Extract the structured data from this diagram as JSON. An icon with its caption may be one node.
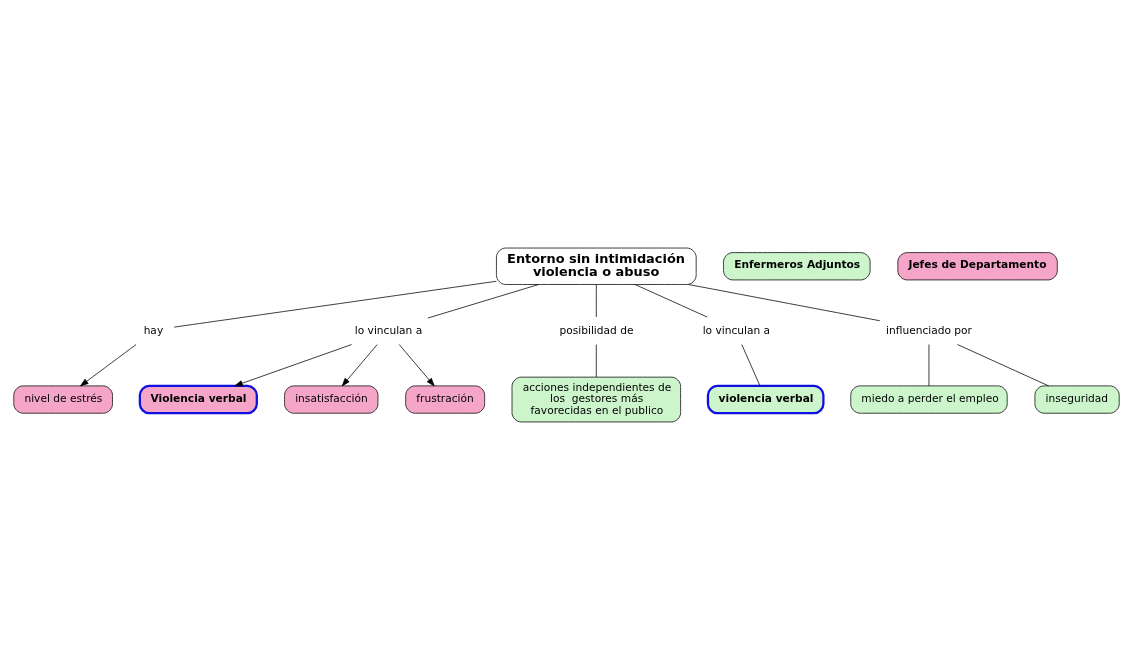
{
  "diagram": {
    "nodes": [
      {
        "text": [
          "Entorno sin intimidación violencia o abuso"
        ]
      },
      {
        "text": [
          "hay"
        ]
      },
      {
        "text": [
          "nivel de estrés"
        ]
      },
      {
        "text": [
          "lo vinculan a"
        ]
      },
      {
        "text": [
          "Violencia verbal"
        ]
      },
      {
        "text": [
          "insatisfacción"
        ]
      },
      {
        "text": [
          "frustración"
        ]
      },
      {
        "text": [
          "posibilidad de"
        ]
      },
      {
        "text": [
          "acciones independientes de los  gestores más favorecidas en el publico"
        ]
      },
      {
        "text": [
          "lo vinculan a"
        ]
      },
      {
        "text": [
          "violencia verbal"
        ]
      },
      {
        "text": [
          "influenciado por"
        ]
      },
      {
        "text": [
          "miedo a perder el empleo"
        ]
      },
      {
        "text": [
          "inseguridad"
        ]
      },
      {
        "text": [
          "Enfermeros Adjuntos"
        ]
      },
      {
        "text": [
          "Jefes de Departamento"
        ]
      }
    ],
    "edges": [
      {
        "from": 0,
        "to": 1,
        "arrow": "none"
      },
      {
        "from": 1,
        "to": 2,
        "arrow": "to"
      },
      {
        "from": 0,
        "to": 3,
        "arrow": "none"
      },
      {
        "from": 3,
        "to": 4,
        "arrow": "to"
      },
      {
        "from": 3,
        "to": 5,
        "arrow": "to"
      },
      {
        "from": 3,
        "to": 6,
        "arrow": "to"
      },
      {
        "from": 0,
        "to": 7,
        "arrow": "none"
      },
      {
        "from": 7,
        "to": 8,
        "arrow": "none"
      },
      {
        "from": 0,
        "to": 9,
        "arrow": "none"
      },
      {
        "from": 9,
        "to": 10,
        "arrow": "none"
      },
      {
        "from": 0,
        "to": 11,
        "arrow": "none"
      },
      {
        "from": 11,
        "to": 12,
        "arrow": "none"
      },
      {
        "from": 11,
        "to": 13,
        "arrow": "none"
      }
    ]
  }
}
